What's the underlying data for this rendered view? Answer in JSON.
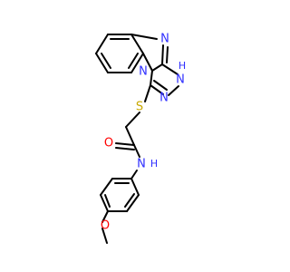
{
  "colors": {
    "bond": "#000000",
    "nitrogen": "#2F2FFF",
    "oxygen": "#FF0000",
    "sulfur": "#C8A800",
    "background": "#FFFFFF"
  },
  "atoms": {
    "n_imidazole": {
      "label": "N",
      "color": "#2F2FFF"
    },
    "n_bridge": {
      "label": "N",
      "color": "#2F2FFF"
    },
    "n_triazole_h": {
      "label": "N",
      "color": "#2F2FFF"
    },
    "h_triazole": {
      "label": "H",
      "color": "#2F2FFF"
    },
    "n_triazole": {
      "label": "N",
      "color": "#2F2FFF"
    },
    "s_thioether": {
      "label": "S",
      "color": "#C8A800"
    },
    "o_carbonyl": {
      "label": "O",
      "color": "#FF0000"
    },
    "n_amide": {
      "label": "N",
      "color": "#2F2FFF"
    },
    "h_amide": {
      "label": "H",
      "color": "#2F2FFF"
    },
    "o_methoxy": {
      "label": "O",
      "color": "#FF0000"
    }
  }
}
